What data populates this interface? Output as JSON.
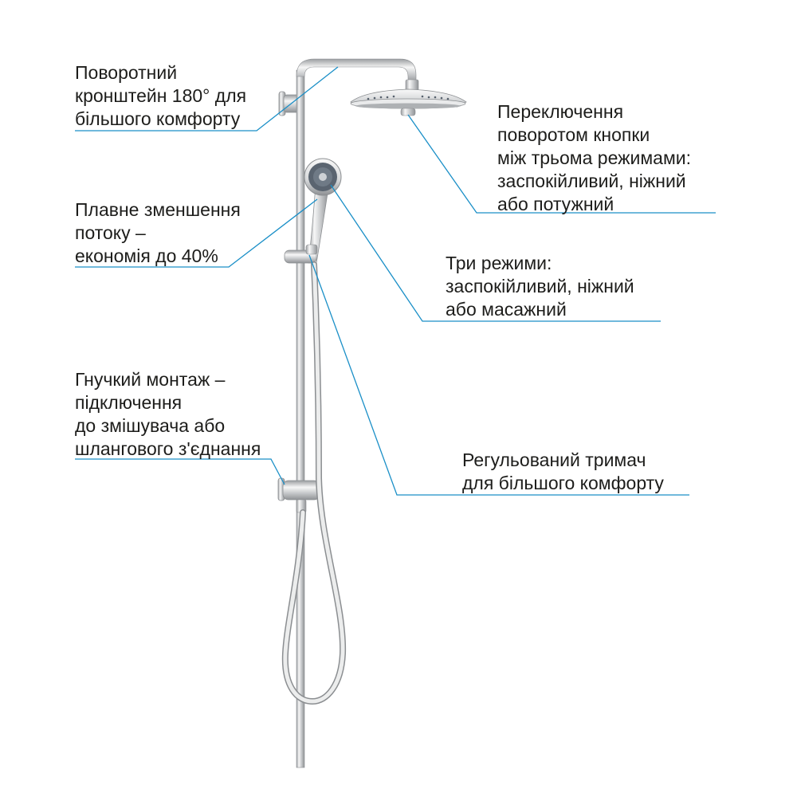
{
  "colors": {
    "leader_line": "#1a8fc7",
    "chrome_light": "#f4f4f4",
    "chrome_mid": "#c9cbcd",
    "chrome_dark": "#8b8e91",
    "nozzle_dark": "#5a6470"
  },
  "callouts": [
    {
      "id": "swivel-arm",
      "lines": [
        "Поворотний",
        "кронштейн 180° для",
        "більшого комфорту"
      ]
    },
    {
      "id": "flow-reduction",
      "lines": [
        "Плавне зменшення",
        "потоку –",
        "економія до 40%"
      ]
    },
    {
      "id": "flexible-mount",
      "lines": [
        "Гнучкий монтаж –",
        "підключення",
        "до змішувача або",
        "шлангового з'єднання"
      ]
    },
    {
      "id": "head-shower-modes",
      "lines": [
        "Переключення",
        "поворотом кнопки",
        "між трьома режимами:",
        "заспокійливий, ніжний",
        "або потужний"
      ]
    },
    {
      "id": "hand-shower-modes",
      "lines": [
        "Три режими:",
        "заспокійливий, ніжний",
        "або масажний"
      ]
    },
    {
      "id": "adjustable-holder",
      "lines": [
        "Регульований тримач",
        "для більшого комфорту"
      ]
    }
  ]
}
